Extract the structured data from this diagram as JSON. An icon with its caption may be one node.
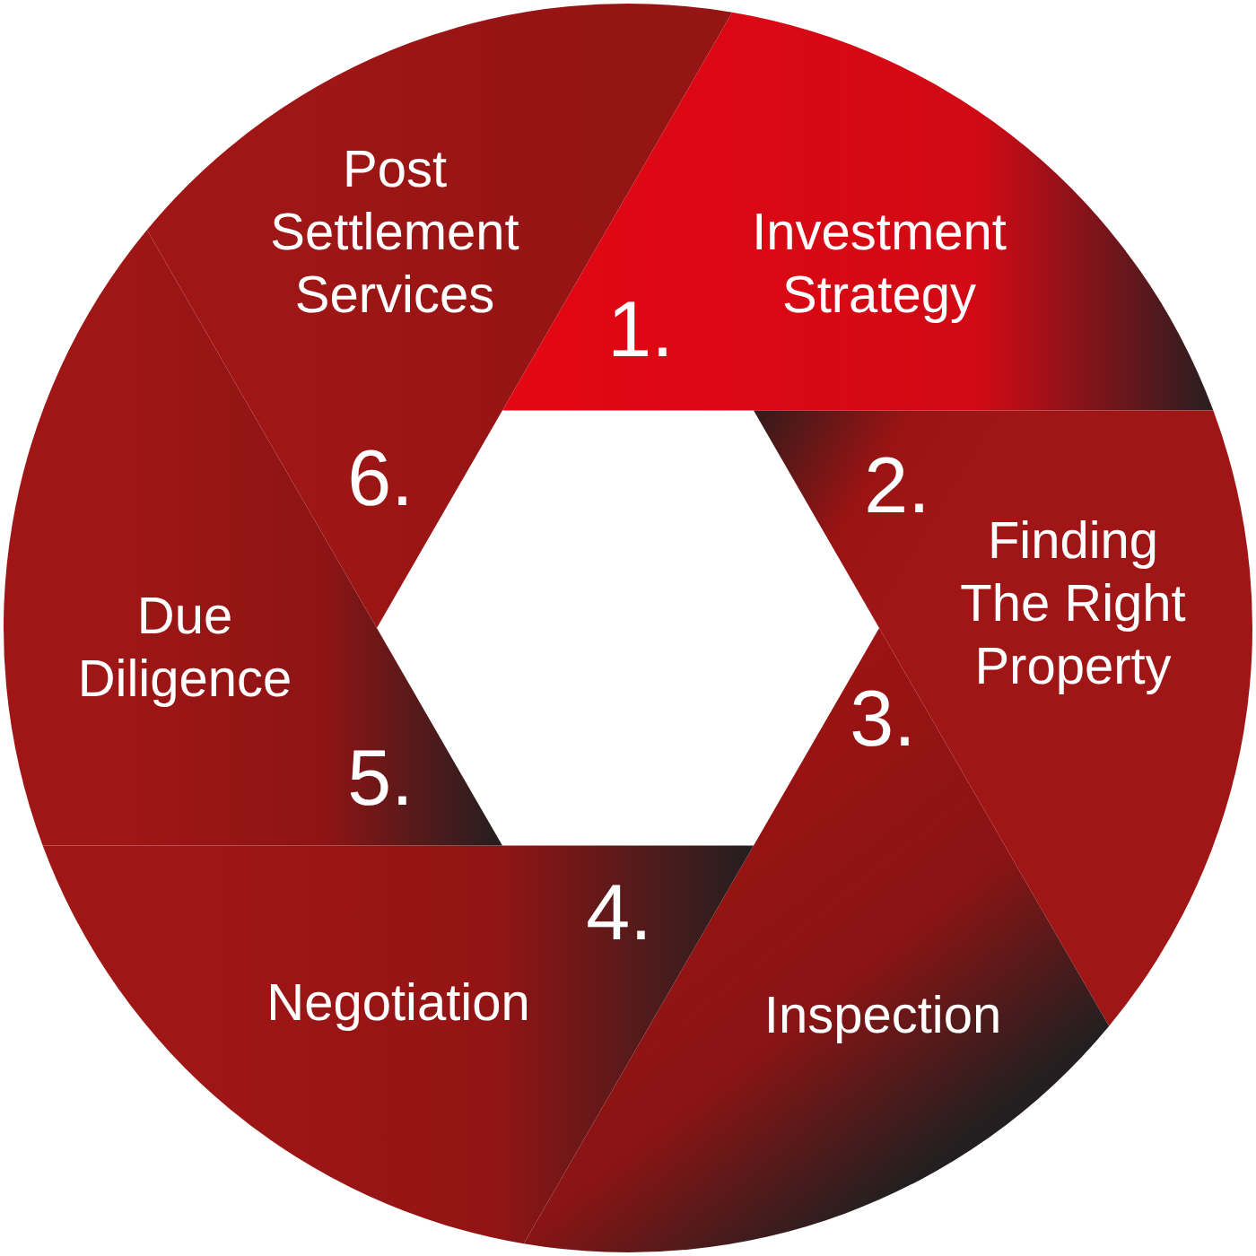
{
  "diagram": {
    "nodes": [
      {
        "text": [
          "Investment Strategy",
          "1."
        ]
      },
      {
        "text": [
          "2.",
          "Finding The Right Property"
        ]
      },
      {
        "text": [
          "3.",
          "Inspection"
        ]
      },
      {
        "text": [
          "4.",
          "Negotiation"
        ]
      },
      {
        "text": [
          "Due Diligence",
          "5."
        ]
      },
      {
        "text": [
          "Post Settlement Services",
          "6."
        ]
      }
    ]
  }
}
